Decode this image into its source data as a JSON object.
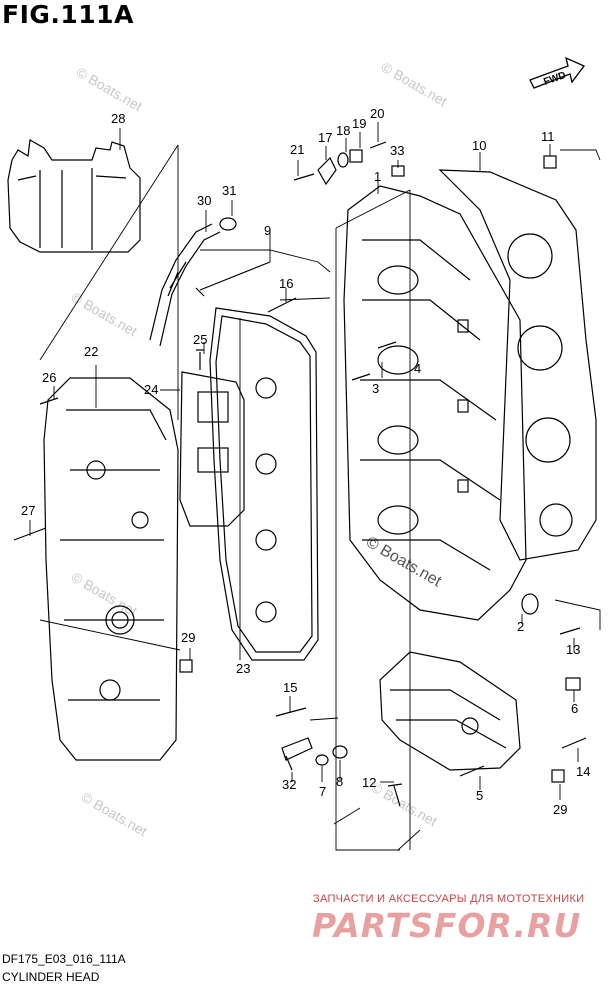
{
  "figure": {
    "title": "FIG.111A",
    "code": "DF175_E03_016_111A",
    "name": "CYLINDER HEAD",
    "fwd_label": "FWD"
  },
  "watermarks": {
    "small": "© Boats.net",
    "center": "© Boats.net"
  },
  "promo": {
    "line": "ЗАПЧАСТИ И АКСЕССУАРЫ ДЛЯ МОТОТЕХНИКИ",
    "brand": "PARTSFOR.RU"
  },
  "callouts": {
    "c1": "1",
    "c2": "2",
    "c3": "3",
    "c4": "4",
    "c5": "5",
    "c6": "6",
    "c7": "7",
    "c8": "8",
    "c9": "9",
    "c10": "10",
    "c11": "11",
    "c12": "12",
    "c13": "13",
    "c14": "14",
    "c15": "15",
    "c16": "16",
    "c17": "17",
    "c18": "18",
    "c19": "19",
    "c20": "20",
    "c21": "21",
    "c22": "22",
    "c23": "23",
    "c24": "24",
    "c25": "25",
    "c26": "26",
    "c27": "27",
    "c28": "28",
    "c29a": "29",
    "c29b": "29",
    "c30": "30",
    "c31": "31",
    "c32": "32",
    "c33": "33"
  }
}
